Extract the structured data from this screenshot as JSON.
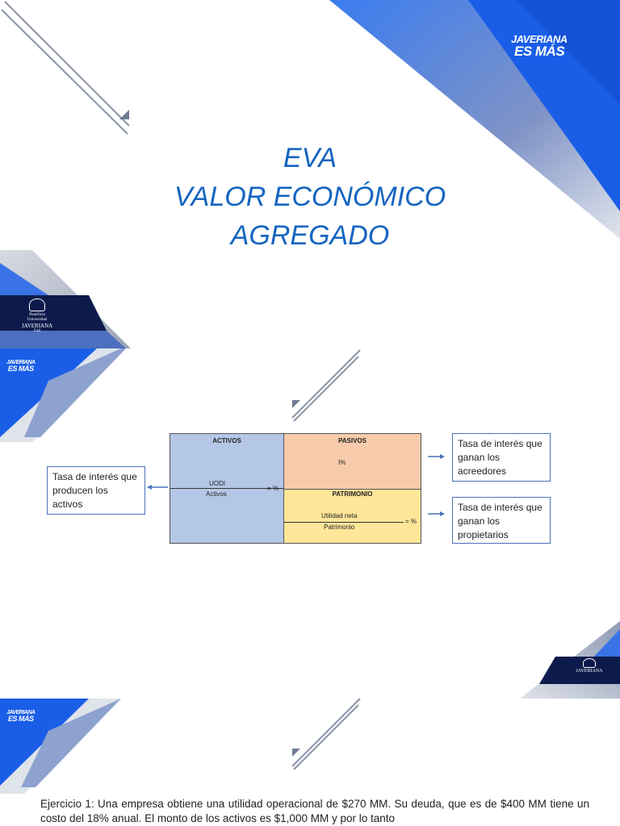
{
  "brand": {
    "line1": "JAVERIANA",
    "line2": "ES MÁS",
    "seal_line1": "Pontificia Universidad",
    "seal_line2": "JAVERIANA",
    "seal_line3": "Cali"
  },
  "slide1": {
    "title_line1": "EVA",
    "title_line2": "VALOR ECONÓMICO",
    "title_line3": "AGREGADO"
  },
  "diagram": {
    "activos_header": "ACTIVOS",
    "pasivos_header": "PASIVOS",
    "pasivos_value": "I%",
    "patrimonio_header": "PATRIMONIO",
    "activos_numerator": "UODI",
    "activos_denominator": "Activos",
    "activos_result": "= %",
    "patrimonio_numerator": "Utilidad neta",
    "patrimonio_denominator": "Patrimonio",
    "patrimonio_result": "= %",
    "callout_left": "Tasa de interés que producen los activos",
    "callout_right_top": "Tasa de interés que ganan los acreedores",
    "callout_right_bottom": "Tasa de interés que ganan los propietarios"
  },
  "colors": {
    "blue": "#1565c0",
    "navy": "#0d1b4c",
    "activos_fill": "#b4c7e7",
    "pasivos_fill": "#f8cbad",
    "patrimonio_fill": "#ffe699"
  },
  "exercise": {
    "text": "Ejercicio 1: Una empresa obtiene una utilidad operacional de $270 MM. Su deuda, que es de $400 MM tiene un costo del 18% anual. El monto de los activos es $1,000 MM y por lo tanto"
  }
}
